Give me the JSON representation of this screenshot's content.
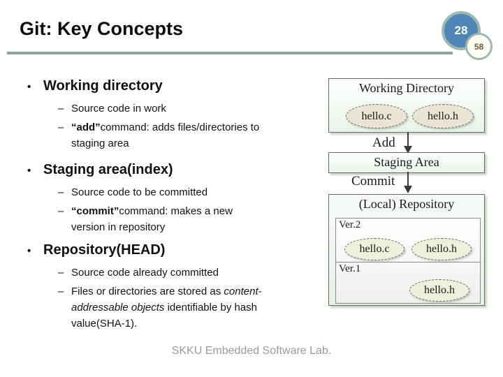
{
  "header": {
    "title": "Git: Key Concepts",
    "page_badge": {
      "current": "28",
      "total": "58"
    }
  },
  "content": {
    "bullet_char": "•",
    "dash_char": "–",
    "sections": [
      {
        "heading": "Working directory",
        "items": [
          {
            "text": "Source code in work"
          },
          {
            "lead": "“add”",
            "line1": "command: adds files/directories to",
            "line2": "staging area"
          }
        ]
      },
      {
        "heading": "Staging area(index)",
        "items": [
          {
            "text": "Source code to be committed"
          },
          {
            "lead": "“commit”",
            "line1": "command: makes a new",
            "line2": "version in repository"
          }
        ]
      },
      {
        "heading": "Repository(HEAD)",
        "items": [
          {
            "text": "Source code already committed"
          },
          {
            "pre": "Files or directories are stored as ",
            "italic1": "content-",
            "italic2": "addressable objects",
            "post": " identifiable by hash",
            "line3": "value(SHA-1)."
          }
        ]
      }
    ]
  },
  "diagram": {
    "working_directory": {
      "label": "Working Directory",
      "files": [
        "hello.c",
        "hello.h"
      ]
    },
    "add_label": "Add",
    "staging_area": {
      "label": "Staging Area"
    },
    "commit_label": "Commit",
    "repository": {
      "label": "(Local) Repository",
      "versions": [
        {
          "name": "Ver.2",
          "files": [
            "hello.c",
            "hello.h"
          ]
        },
        {
          "name": "Ver.1",
          "files": [
            "hello.h"
          ]
        }
      ]
    }
  },
  "footer": {
    "text": "SKKU Embedded Software Lab."
  },
  "colors": {
    "accent_line": "#8CA69F",
    "badge_blue": "#4E86B8",
    "badge_border": "#9DB8B0",
    "box_green": "#EAF4EA",
    "file_beige": "#E9E4D3",
    "file_green": "#EDF0DA",
    "footer_gray": "#9B9B9B"
  }
}
